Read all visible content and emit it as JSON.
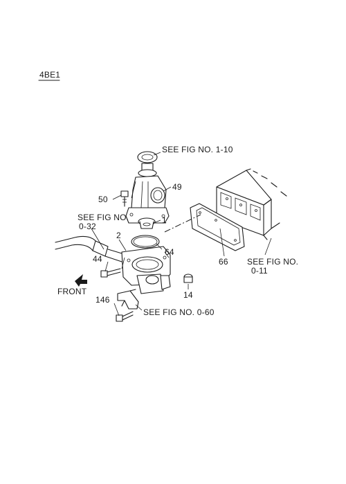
{
  "header": {
    "model_code": "4BE1"
  },
  "parts": [
    {
      "id": "see-fig-1-10",
      "text": "SEE FIG NO. 1-10"
    },
    {
      "id": "part-49",
      "text": "49"
    },
    {
      "id": "part-50",
      "text": "50"
    },
    {
      "id": "part-1",
      "text": "1"
    },
    {
      "id": "see-fig-0-32-a",
      "text": "SEE FIG NO."
    },
    {
      "id": "see-fig-0-32-b",
      "text": "0-32"
    },
    {
      "id": "part-2",
      "text": "2"
    },
    {
      "id": "part-64",
      "text": "64"
    },
    {
      "id": "part-66",
      "text": "66"
    },
    {
      "id": "see-fig-0-11-a",
      "text": "SEE FIG NO."
    },
    {
      "id": "see-fig-0-11-b",
      "text": "0-11"
    },
    {
      "id": "part-44",
      "text": "44"
    },
    {
      "id": "front",
      "text": "FRONT"
    },
    {
      "id": "part-14",
      "text": "14"
    },
    {
      "id": "part-146",
      "text": "146"
    },
    {
      "id": "see-fig-0-60",
      "text": "SEE FIG NO. 0-60"
    }
  ]
}
